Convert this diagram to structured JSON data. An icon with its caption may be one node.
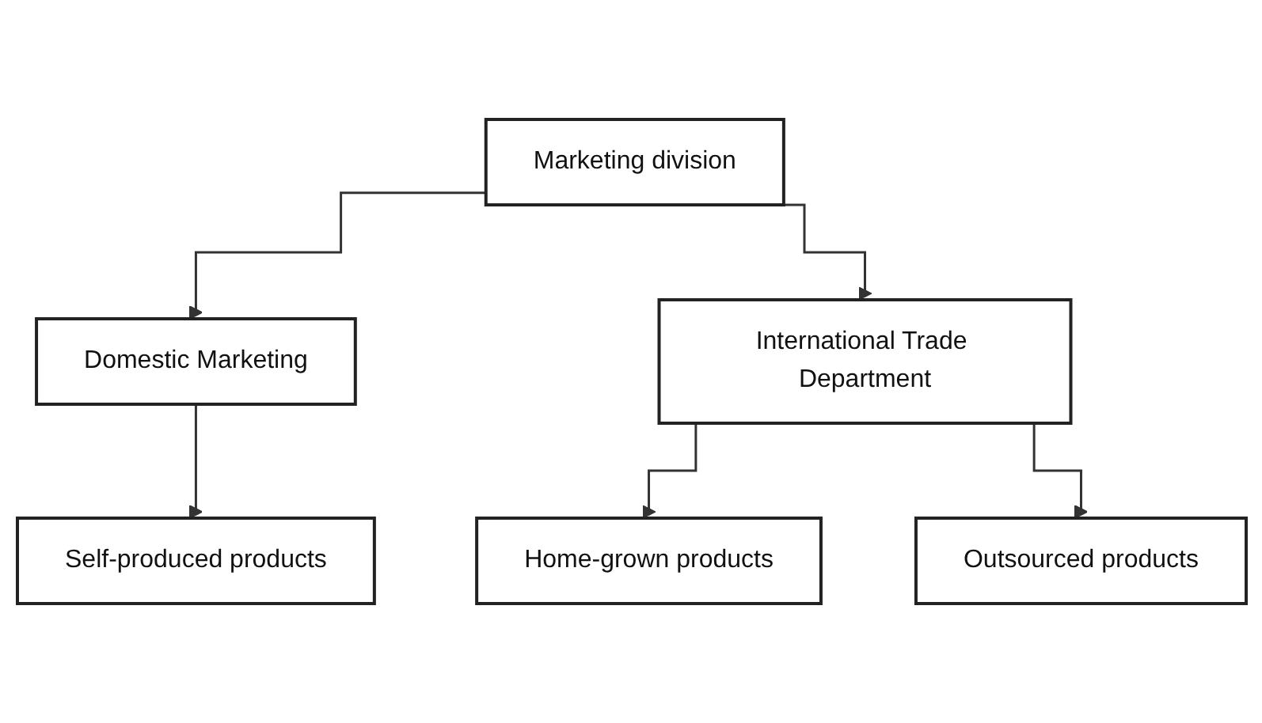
{
  "diagram": {
    "nodes": [
      {
        "text": [
          "Marketing division"
        ]
      },
      {
        "text": [
          "Domestic Marketing"
        ]
      },
      {
        "text": [
          "International Trade Department"
        ]
      },
      {
        "text": [
          "Self-produced products"
        ]
      },
      {
        "text": [
          "Home-grown products"
        ]
      },
      {
        "text": [
          "Outsourced products"
        ]
      }
    ],
    "edges": [
      {
        "from": 0,
        "to": 1,
        "arrow": "to"
      },
      {
        "from": 0,
        "to": 2,
        "arrow": "to"
      },
      {
        "from": 1,
        "to": 3,
        "arrow": "to"
      },
      {
        "from": 2,
        "to": 4,
        "arrow": "to"
      },
      {
        "from": 2,
        "to": 5,
        "arrow": "to"
      }
    ]
  }
}
